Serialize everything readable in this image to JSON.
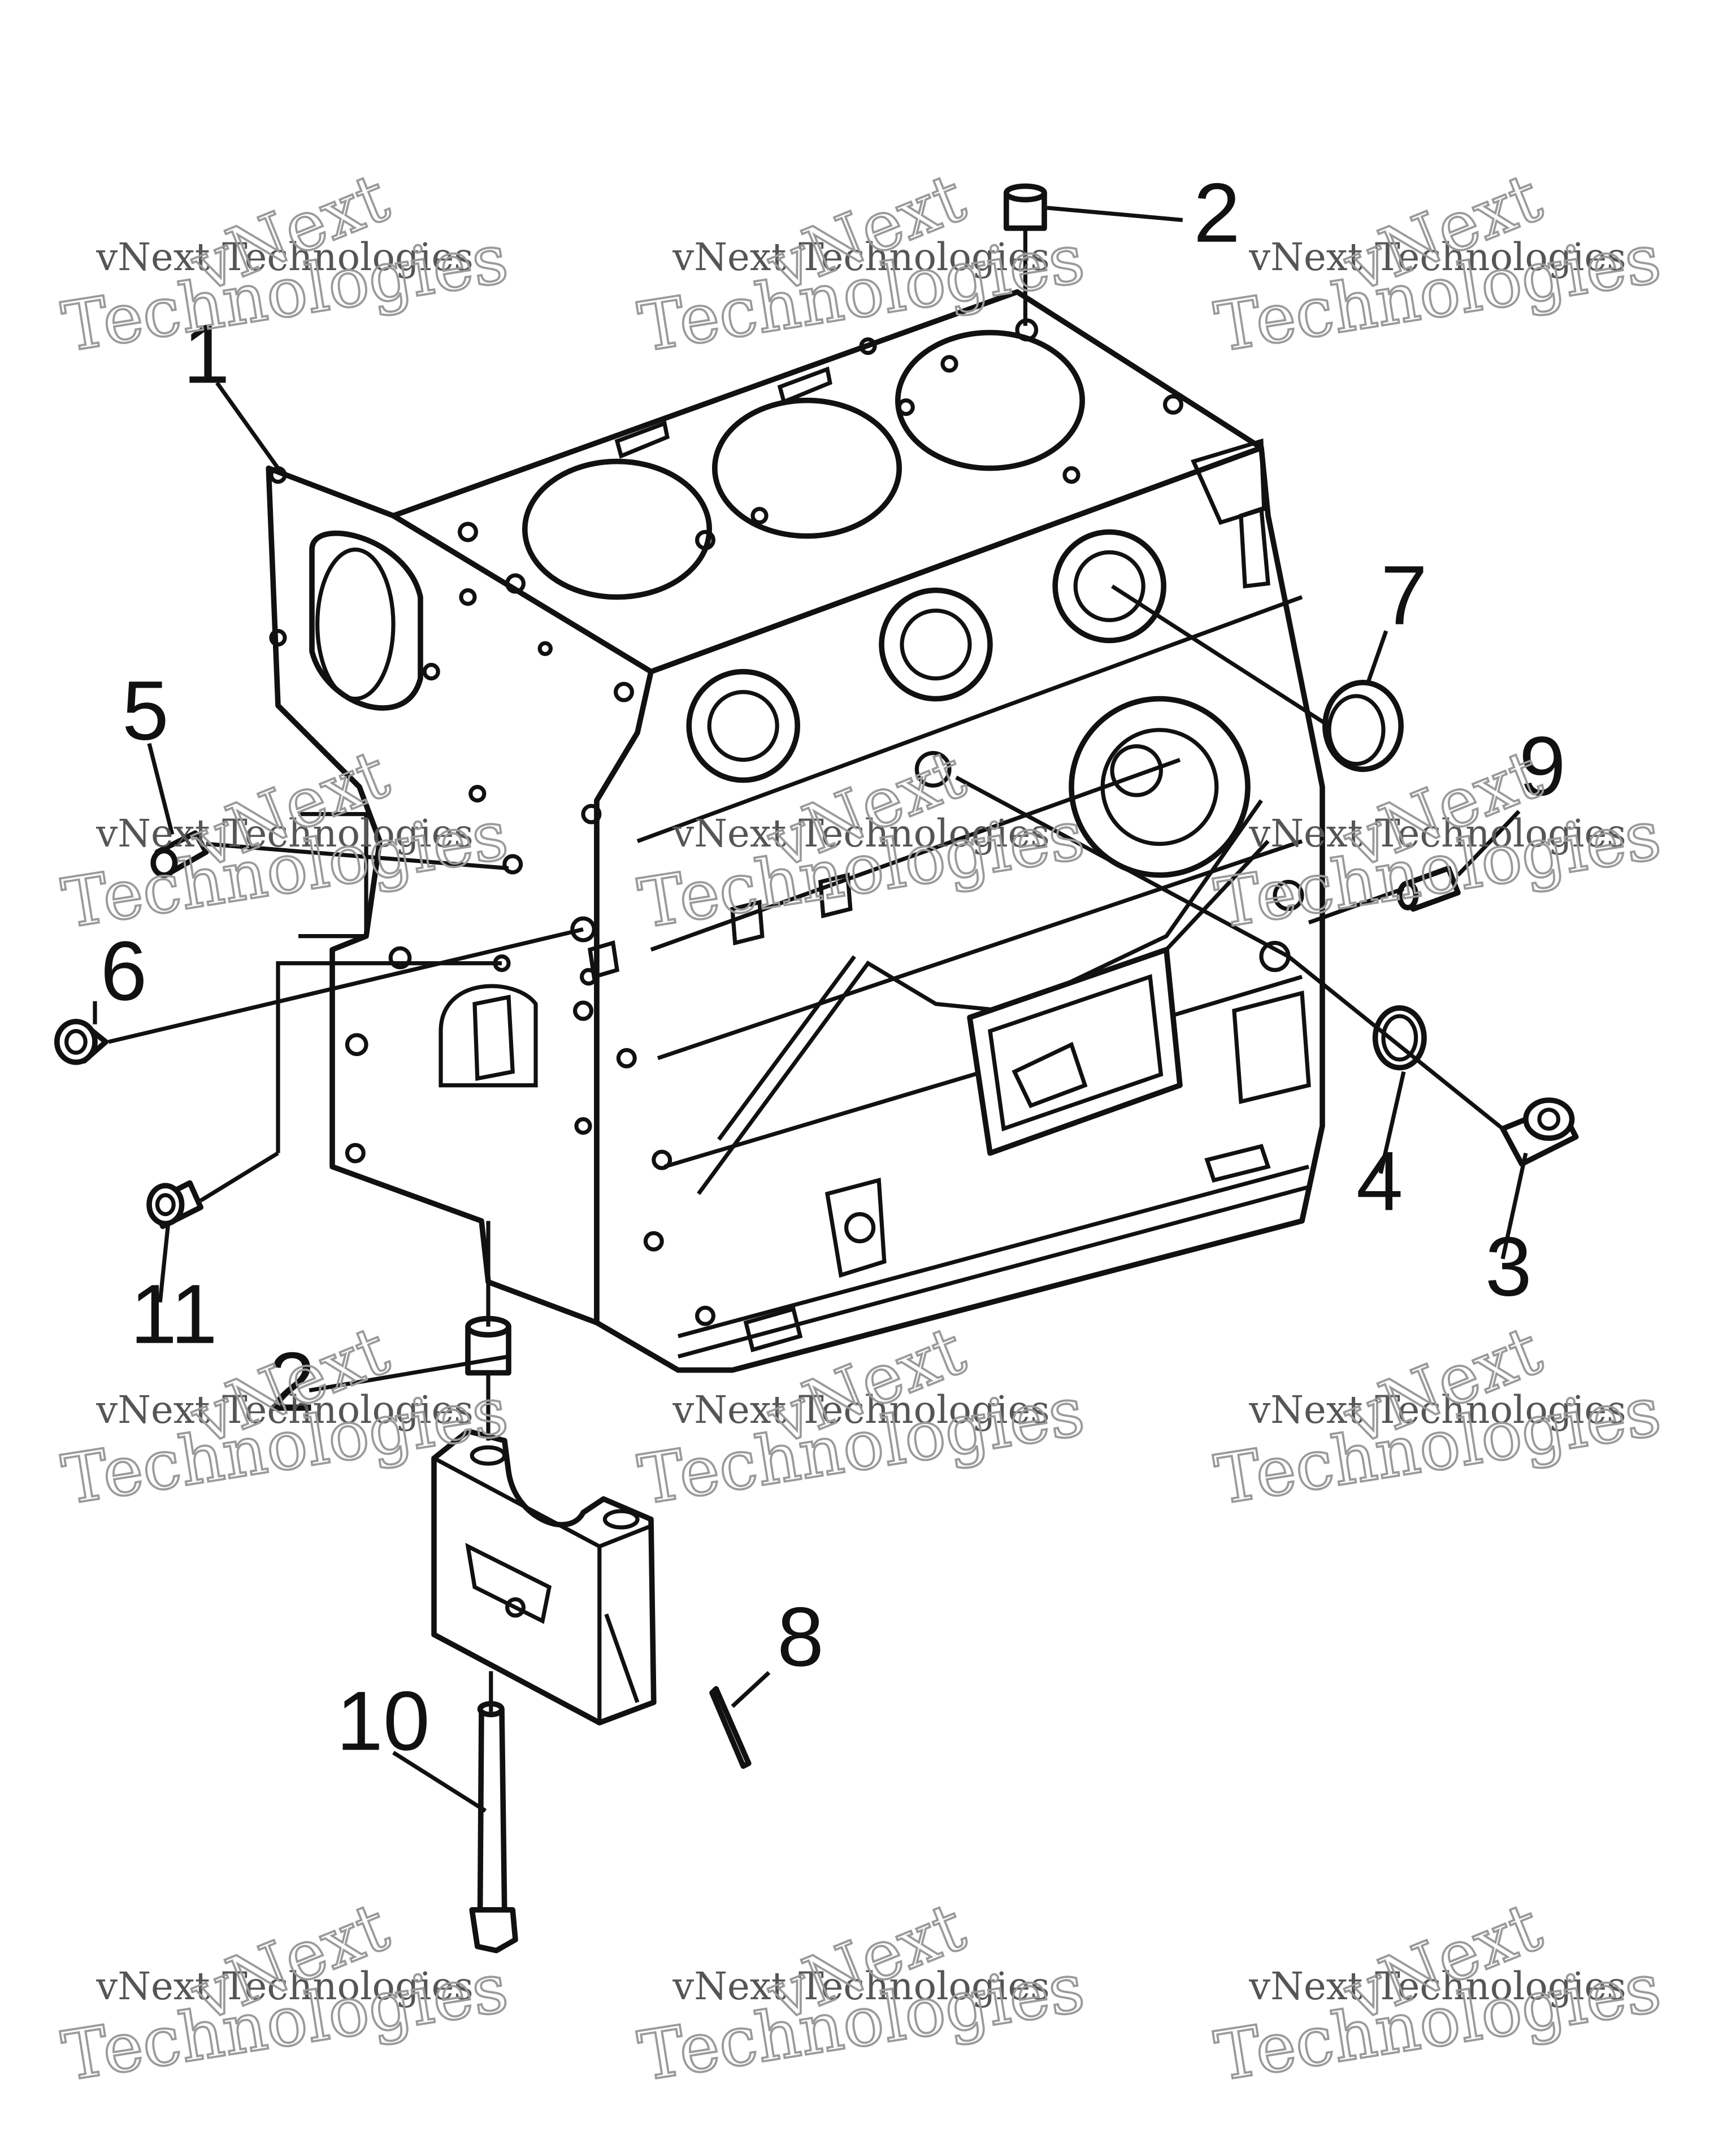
{
  "watermark": {
    "line1": "vNext Technologies",
    "line2": "vNext",
    "line3": "Technologies"
  },
  "callouts": {
    "c1": "1",
    "c2_top": "2",
    "c2_bottom": "2",
    "c3": "3",
    "c4": "4",
    "c5": "5",
    "c6": "6",
    "c7": "7",
    "c8": "8",
    "c9": "9",
    "c10": "10",
    "c11": "11"
  },
  "icons": {
    "engine_block": "engine-block-icon",
    "dowel": "dowel-sleeve-icon",
    "plug": "plug-icon",
    "washer": "washer-icon",
    "bearing_cap": "bearing-cap-icon",
    "bolt": "bolt-icon",
    "pin": "pin-icon"
  }
}
